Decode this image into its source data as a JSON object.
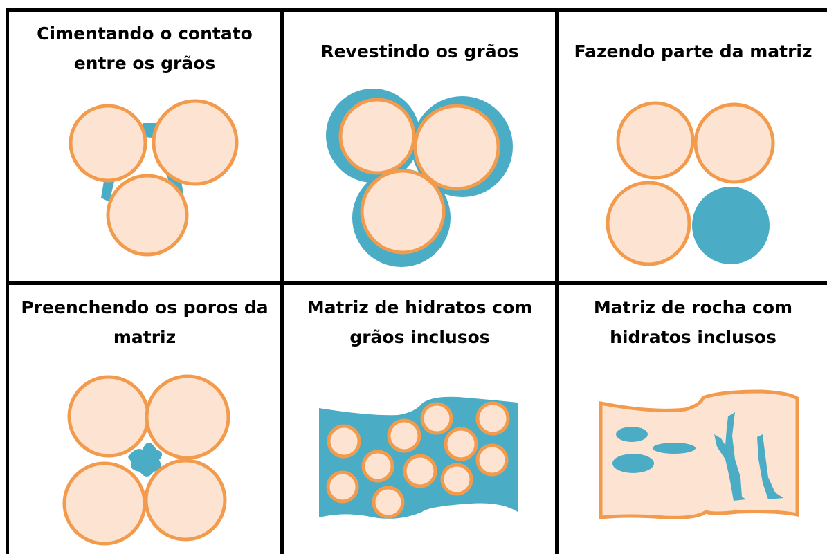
{
  "colors": {
    "grain_fill": "#fde3d2",
    "grain_stroke": "#f39b4d",
    "hydrate": "#4aacc5",
    "grid": "#000000"
  },
  "panels": [
    {
      "title_lines": [
        "Cimentando o contato",
        "entre os grãos"
      ]
    },
    {
      "title_lines": [
        "Revestindo os grãos"
      ]
    },
    {
      "title_lines": [
        "Fazendo parte da matriz"
      ]
    },
    {
      "title_lines": [
        "Preenchendo os poros da",
        "matriz"
      ]
    },
    {
      "title_lines": [
        "Matriz de hidratos com",
        "grãos inclusos"
      ]
    },
    {
      "title_lines": [
        "Matriz de rocha com",
        "hidratos inclusos"
      ]
    }
  ]
}
